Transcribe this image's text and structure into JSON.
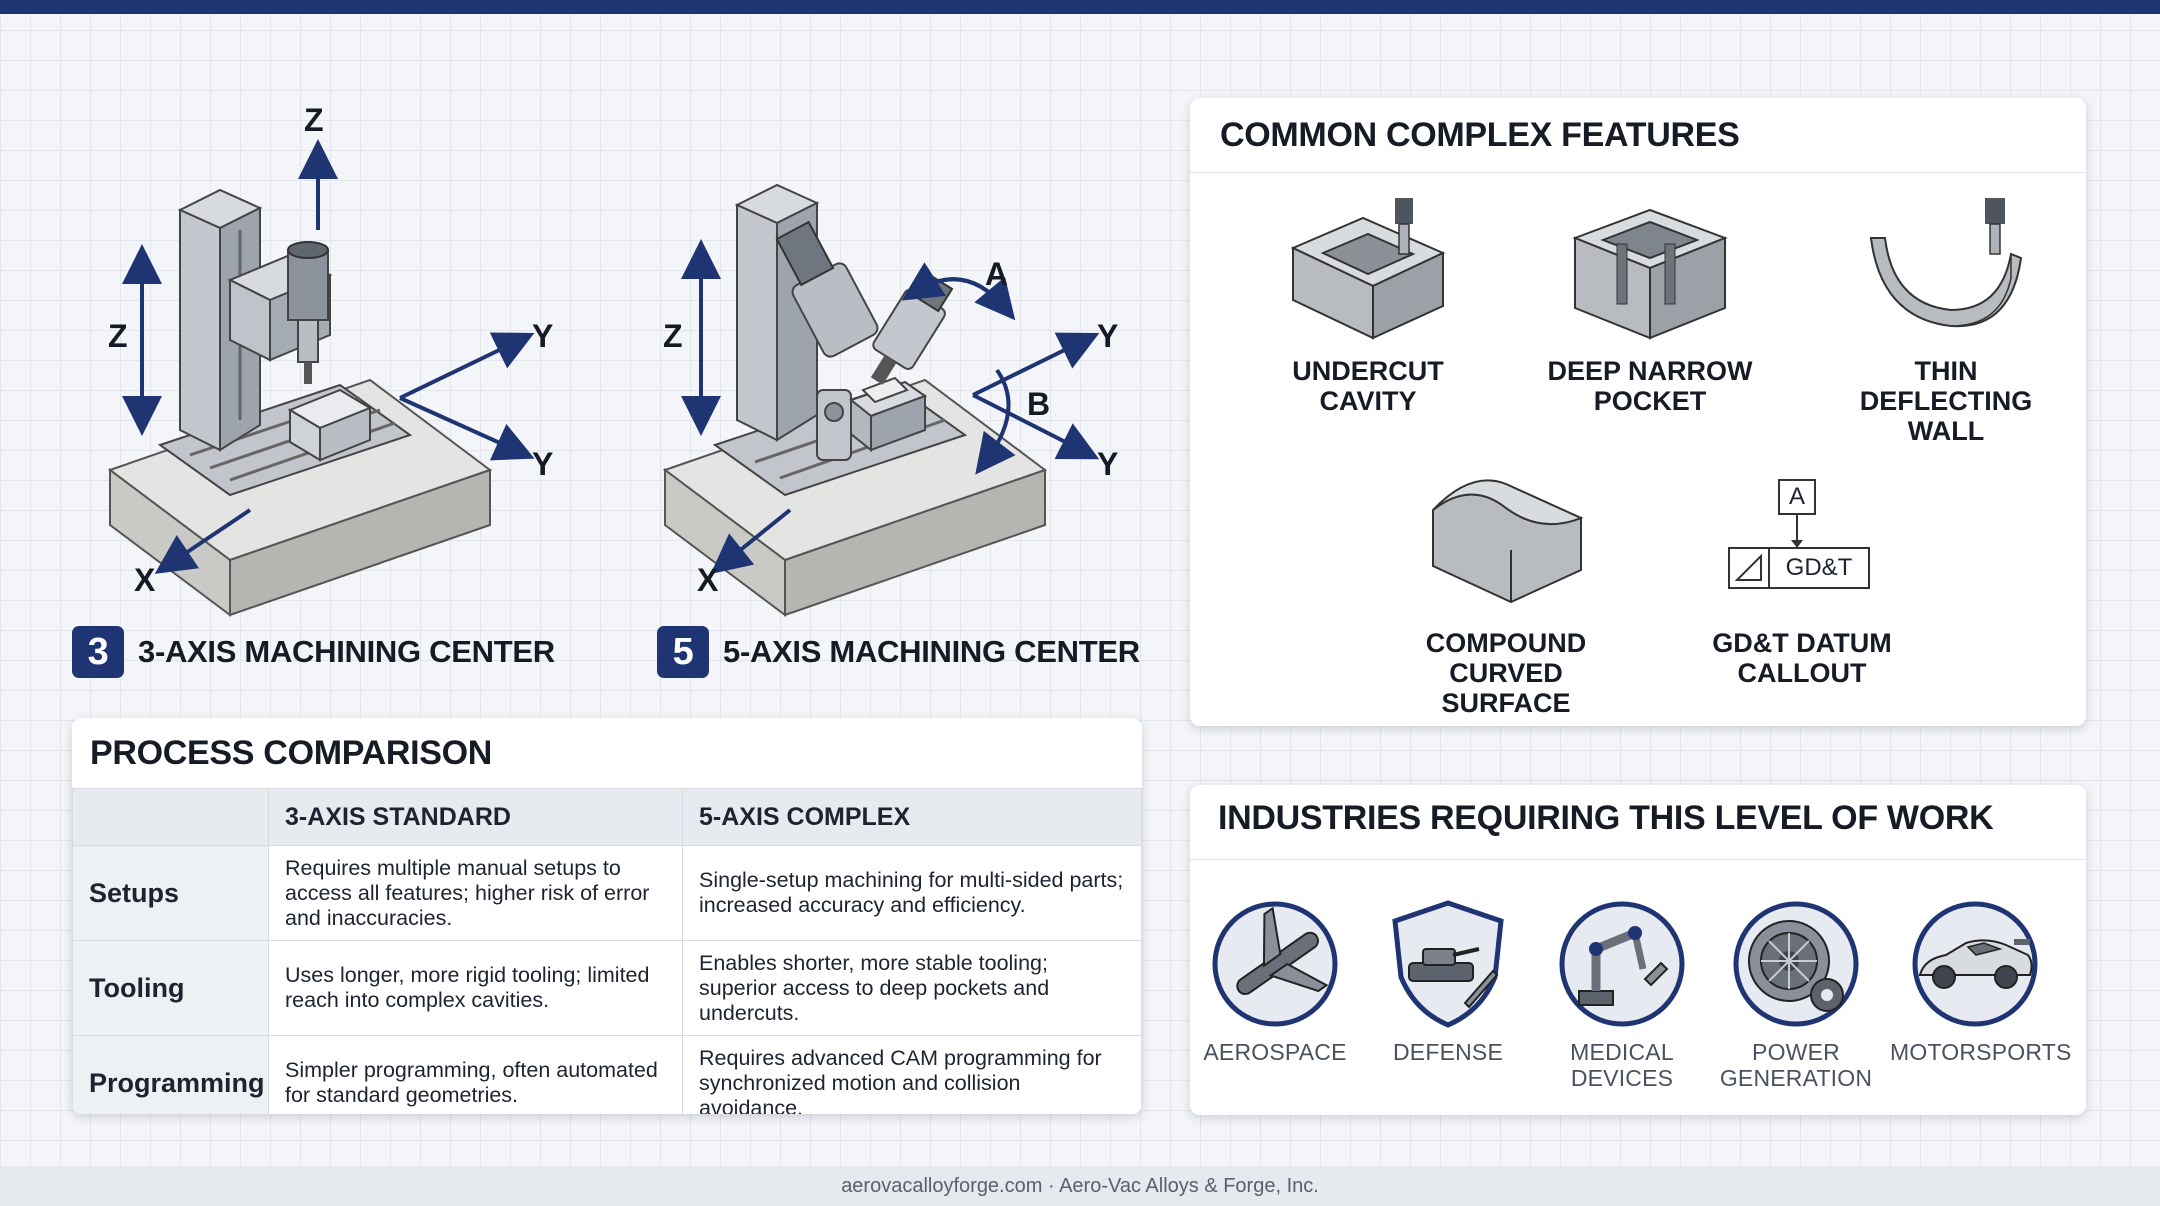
{
  "machines": [
    {
      "badge": "3",
      "caption": "3-AXIS MACHINING CENTER",
      "axes": {
        "z_top": "Z",
        "z_side": "Z",
        "y_upper": "Y",
        "y_lower": "Y",
        "x": "X"
      }
    },
    {
      "badge": "5",
      "caption": "5-AXIS MACHINING CENTER",
      "axes": {
        "z_side": "Z",
        "a": "A",
        "b": "B",
        "y_upper": "Y",
        "y_lower": "Y",
        "x": "X"
      }
    }
  ],
  "process": {
    "title": "PROCESS COMPARISON",
    "columns": [
      "3-AXIS STANDARD",
      "5-AXIS COMPLEX"
    ],
    "rows": [
      {
        "label": "Setups",
        "cells": [
          "Requires multiple manual setups to access all features; higher risk of error and inaccuracies.",
          "Single-setup machining for multi-sided parts; increased accuracy and efficiency."
        ]
      },
      {
        "label": "Tooling",
        "cells": [
          "Uses longer, more rigid tooling; limited reach into complex cavities.",
          "Enables shorter, more stable tooling; superior access to deep pockets and undercuts."
        ]
      },
      {
        "label": "Programming",
        "cells": [
          "Simpler programming, often automated for standard geometries.",
          "Requires advanced CAM programming for synchronized motion and collision avoidance."
        ]
      }
    ]
  },
  "features": {
    "title": "COMMON COMPLEX FEATURES",
    "items": [
      {
        "icon": "undercut-cavity-icon",
        "line1": "UNDERCUT",
        "line2": "CAVITY"
      },
      {
        "icon": "deep-pocket-icon",
        "line1": "DEEP NARROW",
        "line2": "POCKET"
      },
      {
        "icon": "thin-wall-icon",
        "line1": "THIN DEFLECTING",
        "line2": "WALL"
      },
      {
        "icon": "curved-surface-icon",
        "line1": "COMPOUND",
        "line2": "CURVED SURFACE"
      },
      {
        "icon": "gdt-callout-icon",
        "line1": "GD&T DATUM",
        "line2": "CALLOUT",
        "datum": "A",
        "frame": "GD&T"
      }
    ]
  },
  "industries": {
    "title": "INDUSTRIES REQUIRING THIS LEVEL OF WORK",
    "items": [
      {
        "icon": "aerospace-icon",
        "line1": "AEROSPACE",
        "line2": ""
      },
      {
        "icon": "defense-icon",
        "line1": "DEFENSE",
        "line2": ""
      },
      {
        "icon": "medical-devices-icon",
        "line1": "MEDICAL",
        "line2": "DEVICES"
      },
      {
        "icon": "power-generation-icon",
        "line1": "POWER",
        "line2": "GENERATION"
      },
      {
        "icon": "motorsports-icon",
        "line1": "MOTORSPORTS",
        "line2": ""
      }
    ]
  },
  "footer": "aerovacalloyforge.com · Aero-Vac Alloys & Forge, Inc.",
  "colors": {
    "navy": "#1e3473",
    "steel": "#9aa1ab",
    "card": "#ffffff"
  }
}
